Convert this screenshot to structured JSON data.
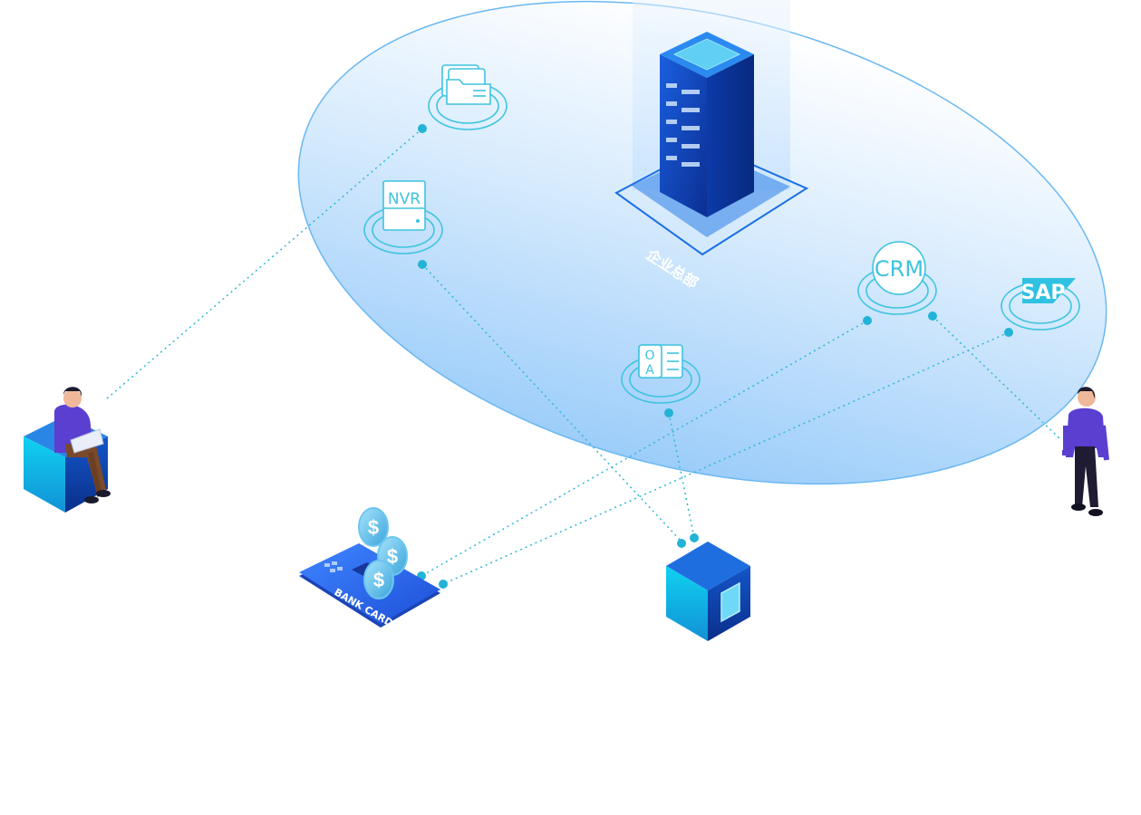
{
  "labels": {
    "nvr": "NVR",
    "crm": "CRM",
    "sap": "SAP",
    "oa_top": "O",
    "oa_bottom": "A",
    "headquarters": "企业总部",
    "bank_card": "BANK CARD",
    "coin_symbol": "$"
  },
  "colors": {
    "line": "#2fb8d8",
    "dot": "#22b3d6",
    "icon": "#3ec3df",
    "ellipse_top": "#f4f9ff",
    "ellipse_bottom": "#a9d3fb",
    "ellipse_stroke": "#6ab8f2",
    "server_blue": "#1446b8",
    "cube_cyan": "#17b4e6",
    "person_shirt": "#5a3fd0",
    "card_blue": "#2b6ef0"
  },
  "icons": {
    "files": "folder-documents-icon",
    "nvr": "nvr-device-icon",
    "crm": "crm-icon",
    "sap": "sap-logo-icon",
    "oa": "oa-office-icon",
    "server": "server-rack-icon",
    "cube": "gateway-cube-icon",
    "card": "bank-card-icon"
  }
}
